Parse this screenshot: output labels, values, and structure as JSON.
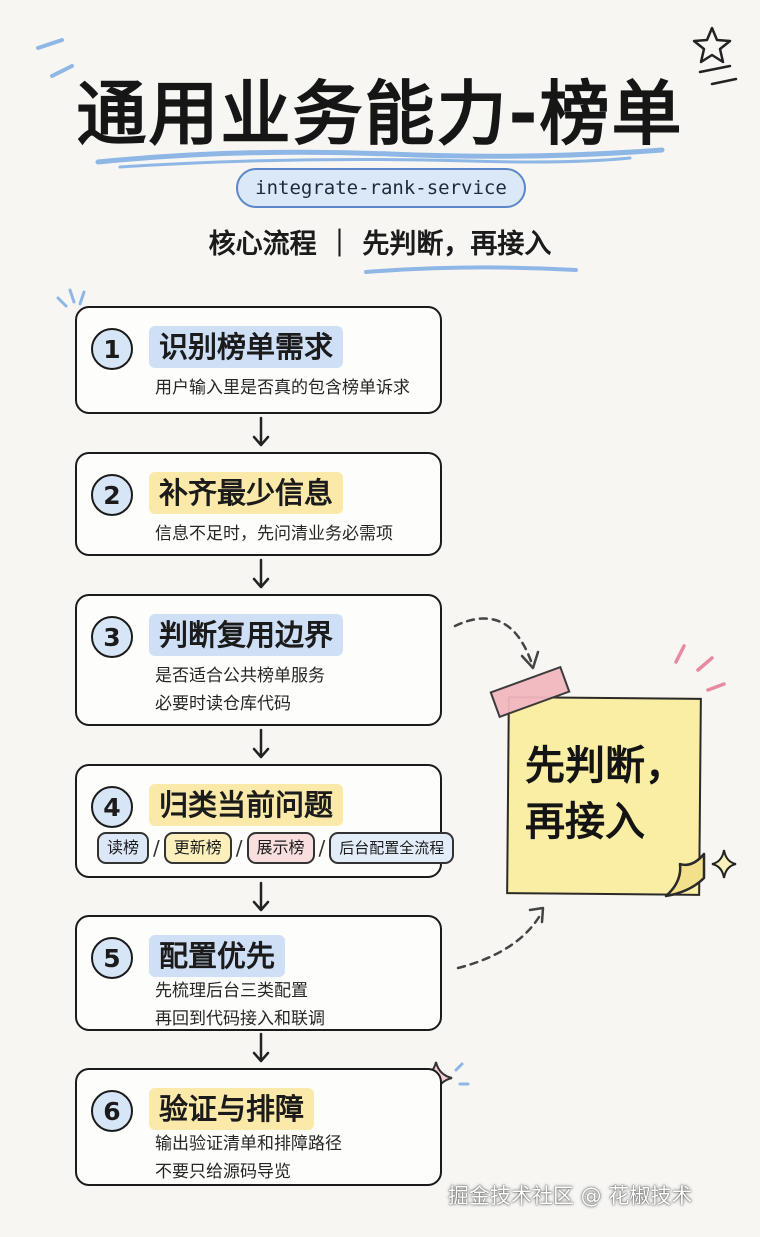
{
  "header": {
    "title": "通用业务能力-榜单",
    "service_name": "integrate-rank-service",
    "subtitle": "核心流程 ｜ 先判断，再接入"
  },
  "steps": [
    {
      "num": "1",
      "title": "识别榜单需求",
      "lines": [
        "用户输入里是否真的包含榜单诉求"
      ]
    },
    {
      "num": "2",
      "title": "补齐最少信息",
      "lines": [
        "信息不足时，先问清业务必需项"
      ]
    },
    {
      "num": "3",
      "title": "判断复用边界",
      "lines": [
        "是否适合公共榜单服务",
        "必要时读仓库代码"
      ]
    },
    {
      "num": "4",
      "title": "归类当前问题",
      "tags": [
        "读榜",
        "更新榜",
        "展示榜",
        "后台配置全流程"
      ]
    },
    {
      "num": "5",
      "title": "配置优先",
      "lines": [
        "先梳理后台三类配置",
        "再回到代码接入和联调"
      ]
    },
    {
      "num": "6",
      "title": "验证与排障",
      "lines": [
        "输出验证清单和排障路径",
        "不要只给源码导览"
      ]
    }
  ],
  "sticky": {
    "line1": "先判断，",
    "line2": "再接入"
  },
  "watermark": "掘金技术社区 @ 花椒技术",
  "colors": {
    "accent_blue": "#5b86c9",
    "highlight_blue": "#cfe0f6",
    "highlight_yellow": "#fbe9a9",
    "sticky": "#faeea5",
    "tape": "#f2b8c0"
  }
}
